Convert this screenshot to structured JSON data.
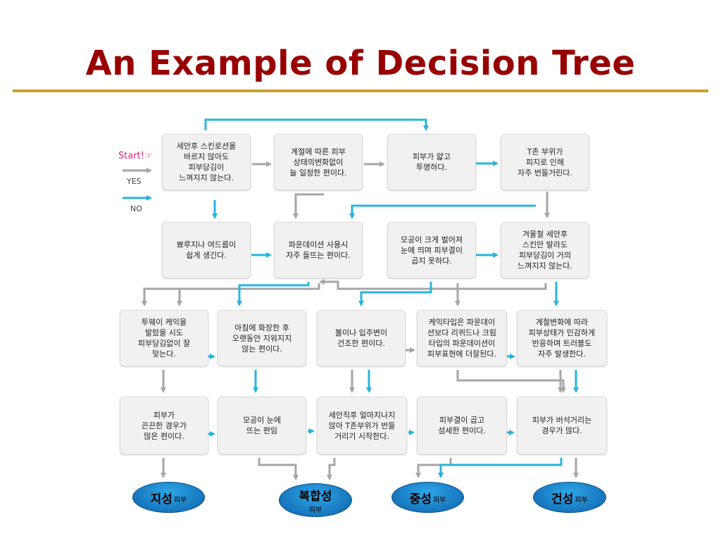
{
  "title": "An Example of Decision Tree",
  "legend": {
    "start": "Start!☞",
    "yes": "YES",
    "no": "NO"
  },
  "colors": {
    "yes_arrow": "#a6a6a6",
    "no_arrow": "#27b4dd",
    "title": "#990000",
    "rule": "#c9a227"
  },
  "nodes": [
    "세안후 스킨로션을\n바르지 않아도\n피부당김이\n느껴지지 않는다.",
    "계절에 따른 피부\n상태의변화없이\n늘 일정한 편이다.",
    "피부가 얇고\n투명하다.",
    "T존 부위가\n피지로 인해\n자주 번들거린다.",
    "뾰루지나 여드름이\n쉽게 생긴다.",
    "파운데이션 사용시\n자주 들뜨는 편이다.",
    "모공이 크게 벌어져\n눈에 띄며 피부결이\n곱지 못하다.",
    "겨울철 세안후\n스킨만 발라도\n피부당김이 거의\n느껴지지 않는다.",
    "투웨이 케익을\n발랐을 시도\n피부당김없이 잘\n맞는다.",
    "아침에 화장한 후\n오랫동안 지워지지\n않는 편이다.",
    "볼이나 입주변이\n건조한 편이다.",
    "케익타입은 파운데이\n션보다 리퀴드나 크림\n타입의 파운데이션이\n피부표현에 더잘된다.",
    "계절변화에 따라\n피부상태가 민감하게\n반응하며 트러블도\n자주 발생한다.",
    "피부가\n끈끈한 경우가\n많은 편이다.",
    "모공이 눈에\n뜨는 편임",
    "세안직후 얼마지나지\n않아 T존부위가 번들\n거리기 시작한다.",
    "피부결이 곱고\n섬세한 편이다.",
    "피부가 버석거리는\n경우가 많다."
  ],
  "leaves": [
    {
      "main": "지성",
      "sub": "피부"
    },
    {
      "main": "복합성",
      "sub": "피부"
    },
    {
      "main": "중성",
      "sub": "피부"
    },
    {
      "main": "건성",
      "sub": "피부"
    }
  ]
}
